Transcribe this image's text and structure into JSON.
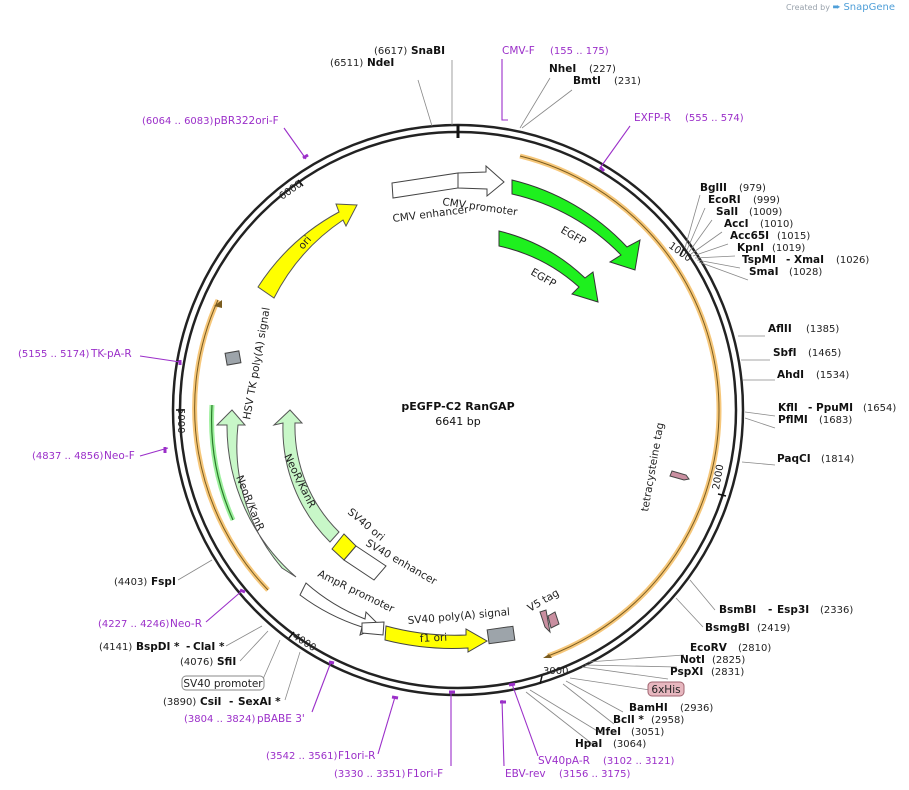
{
  "credit": {
    "created_by": "Created by",
    "brand": "SnapGene"
  },
  "plasmid": {
    "name": "pEGFP-C2 RanGAP",
    "length_label": "6641 bp"
  },
  "ticks": [
    "1000",
    "2000",
    "3000",
    "4000",
    "5000",
    "6000"
  ],
  "features": {
    "cmv_promoter": "CMV promoter",
    "cmv_enhancer": "CMV enhancer",
    "egfp_outer": "EGFP",
    "egfp_inner": "EGFP",
    "ori": "ori",
    "hsv_tk": "HSV TK poly(A) signal",
    "neo_outer": "NeoR/KanR",
    "neo_inner": "NeoR/KanR",
    "sv40_ori": "SV40 ori",
    "sv40_enhancer": "SV40 enhancer",
    "ampr_promoter": "AmpR promoter",
    "sv40_polya": "SV40 poly(A) signal",
    "f1_ori": "f1 ori",
    "v5_tag": "V5 tag",
    "tetracysteine": "tetracysteine tag",
    "sixhis": "6xHis",
    "sv40_promoter": "SV40 promoter"
  },
  "enzymes": {
    "snabi": {
      "name": "SnaBI",
      "pos": "(6617)"
    },
    "ndei": {
      "name": "NdeI",
      "pos": "(6511)"
    },
    "nhei": {
      "name": "NheI",
      "pos": "(227)"
    },
    "bmti": {
      "name": "BmtI",
      "pos": "(231)"
    },
    "bglii": {
      "name": "BglII",
      "pos": "(979)"
    },
    "ecori": {
      "name": "EcoRI",
      "pos": "(999)"
    },
    "sali": {
      "name": "SalI",
      "pos": "(1009)"
    },
    "acci": {
      "name": "AccI",
      "pos": "(1010)"
    },
    "acc65i": {
      "name": "Acc65I",
      "pos": "(1015)"
    },
    "kpni": {
      "name": "KpnI",
      "pos": "(1019)"
    },
    "tspmi": {
      "name": "TspMI",
      "sep": "-",
      "name2": "XmaI",
      "pos": "(1026)"
    },
    "smai": {
      "name": "SmaI",
      "pos": "(1028)"
    },
    "aflii": {
      "name": "AflII",
      "pos": "(1385)"
    },
    "sbfi": {
      "name": "SbfI",
      "pos": "(1465)"
    },
    "ahdi": {
      "name": "AhdI",
      "pos": "(1534)"
    },
    "kfli": {
      "name": "KflI",
      "sep": "-",
      "name2": "PpuMI",
      "pos": "(1654)"
    },
    "pflmi": {
      "name": "PflMI",
      "pos": "(1683)"
    },
    "paqci": {
      "name": "PaqCI",
      "pos": "(1814)"
    },
    "bsmbi": {
      "name": "BsmBI",
      "sep": "-",
      "name2": "Esp3I",
      "pos": "(2336)"
    },
    "bsmgi": {
      "name": "BsmgBI",
      "pos": "(2419)"
    },
    "ecorv": {
      "name": "EcoRV",
      "pos": "(2810)"
    },
    "noti": {
      "name": "NotI",
      "pos": "(2825)"
    },
    "pspxi": {
      "name": "PspXI",
      "pos": "(2831)"
    },
    "bamhi": {
      "name": "BamHI",
      "pos": "(2936)"
    },
    "bcli": {
      "name": "BclI *",
      "pos": "(2958)"
    },
    "mfei": {
      "name": "MfeI",
      "pos": "(3051)"
    },
    "hpai": {
      "name": "HpaI",
      "pos": "(3064)"
    },
    "fspi": {
      "name": "FspI",
      "pos": "(4403)"
    },
    "bspdi": {
      "name": "BspDI *",
      "sep": "-",
      "name2": "ClaI *",
      "pos": "(4141)"
    },
    "sfii": {
      "name": "SfiI",
      "pos": "(4076)"
    },
    "csii": {
      "name": "CsiI",
      "sep": "-",
      "name2": "SexAI *",
      "pos": "(3890)"
    }
  },
  "primers": {
    "cmvf": {
      "name": "CMV-F",
      "range": "(155 .. 175)"
    },
    "exfpr": {
      "name": "EXFP-R",
      "range": "(555 .. 574)"
    },
    "pbr322": {
      "name": "pBR322ori-F",
      "range": "(6064 .. 6083)"
    },
    "tkpa": {
      "name": "TK-pA-R",
      "range": "(5155 .. 5174)"
    },
    "neof": {
      "name": "Neo-F",
      "range": "(4837 .. 4856)"
    },
    "neor": {
      "name": "Neo-R",
      "range": "(4227 .. 4246)"
    },
    "pbabe": {
      "name": "pBABE 3'",
      "range": "(3804 .. 3824)"
    },
    "f1orir": {
      "name": "F1ori-R",
      "range": "(3542 .. 3561)"
    },
    "f1orif": {
      "name": "F1ori-F",
      "range": "(3330 .. 3351)"
    },
    "ebvrev": {
      "name": "EBV-rev",
      "range": "(3156 .. 3175)"
    },
    "sv40par": {
      "name": "SV40pA-R",
      "range": "(3102 .. 3121)"
    }
  },
  "colors": {
    "egfp": "#1ef01e",
    "ori": "#ffff00",
    "neo": "#c8f7c8",
    "orf_highlight": "#f6c77a",
    "primer": "#9b2fc9",
    "backbone": "#222222",
    "grey_feature": "#9da4aa",
    "tag": "#c98fa0"
  }
}
